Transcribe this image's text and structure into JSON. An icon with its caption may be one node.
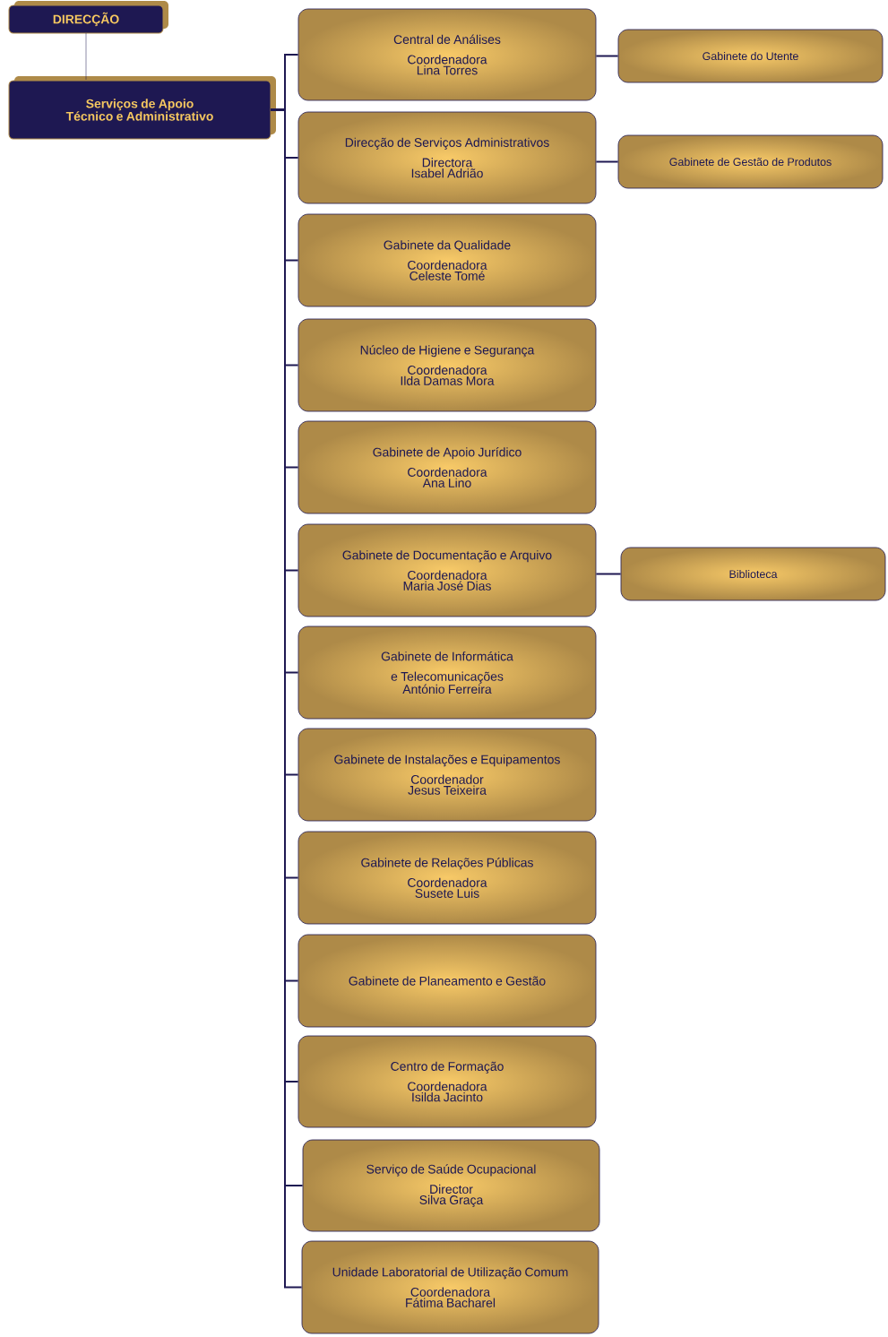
{
  "diagram": {
    "nodes": [
      {
        "text": [
          "DIRECÇÃO"
        ]
      },
      {
        "text": [
          "Serviços de Apoio Técnico e Administrativo"
        ]
      },
      {
        "text": [
          "Central de Análises",
          "Coordenadora",
          "Lina Torres"
        ]
      },
      {
        "text": [
          "Gabinete do Utente"
        ]
      },
      {
        "text": [
          "Direcção de Serviços Administrativos",
          "Directora",
          "Isabel Adrião"
        ]
      },
      {
        "text": [
          "Gabinete de Gestão de Produtos"
        ]
      },
      {
        "text": [
          "Gabinete da Qualidade",
          "Coordenadora",
          "Celeste Tomé"
        ]
      },
      {
        "text": [
          "Núcleo de Higiene e Segurança",
          "Coordenadora",
          "Ilda Damas Mora"
        ]
      },
      {
        "text": [
          "Gabinete de Apoio Jurídico",
          "Coordenadora",
          "Ana Lino"
        ]
      },
      {
        "text": [
          "Gabinete de Documentação e Arquivo",
          "Coordenadora",
          "Maria José Dias"
        ]
      },
      {
        "text": [
          "Biblioteca"
        ]
      },
      {
        "text": [
          "Gabinete de Informática e Telecomunicações",
          "António Ferreira"
        ]
      },
      {
        "text": [
          "Gabinete de Instalações e Equipamentos",
          "Coordenador",
          "Jesus Teixeira"
        ]
      },
      {
        "text": [
          "Gabinete de Relações Públicas",
          "Coordenadora",
          "Susete Luis"
        ]
      },
      {
        "text": [
          "Gabinete de Planeamento e Gestão"
        ]
      },
      {
        "text": [
          "Centro de Formação",
          "Coordenadora",
          "Isilda Jacinto"
        ]
      },
      {
        "text": [
          "Serviço de Saúde Ocupacional",
          "Director",
          "Silva Graça"
        ]
      },
      {
        "text": [
          "Unidade Laboratorial de Utilização Comum",
          "Coordenadora",
          "Fátima Bacharel"
        ]
      }
    ],
    "edges": [
      {
        "from": 0,
        "to": 1,
        "arrow": "none",
        "style": "dashed"
      },
      {
        "from": 1,
        "to": 2,
        "arrow": "none"
      },
      {
        "from": 1,
        "to": 4,
        "arrow": "none"
      },
      {
        "from": 1,
        "to": 6,
        "arrow": "none"
      },
      {
        "from": 1,
        "to": 7,
        "arrow": "none"
      },
      {
        "from": 1,
        "to": 8,
        "arrow": "none"
      },
      {
        "from": 1,
        "to": 9,
        "arrow": "none"
      },
      {
        "from": 1,
        "to": 11,
        "arrow": "none"
      },
      {
        "from": 1,
        "to": 12,
        "arrow": "none"
      },
      {
        "from": 1,
        "to": 13,
        "arrow": "none"
      },
      {
        "from": 1,
        "to": 14,
        "arrow": "none"
      },
      {
        "from": 1,
        "to": 15,
        "arrow": "none"
      },
      {
        "from": 1,
        "to": 16,
        "arrow": "none"
      },
      {
        "from": 1,
        "to": 17,
        "arrow": "none"
      },
      {
        "from": 2,
        "to": 3,
        "arrow": "none"
      },
      {
        "from": 4,
        "to": 5,
        "arrow": "none"
      },
      {
        "from": 9,
        "to": 10,
        "arrow": "none"
      }
    ]
  }
}
